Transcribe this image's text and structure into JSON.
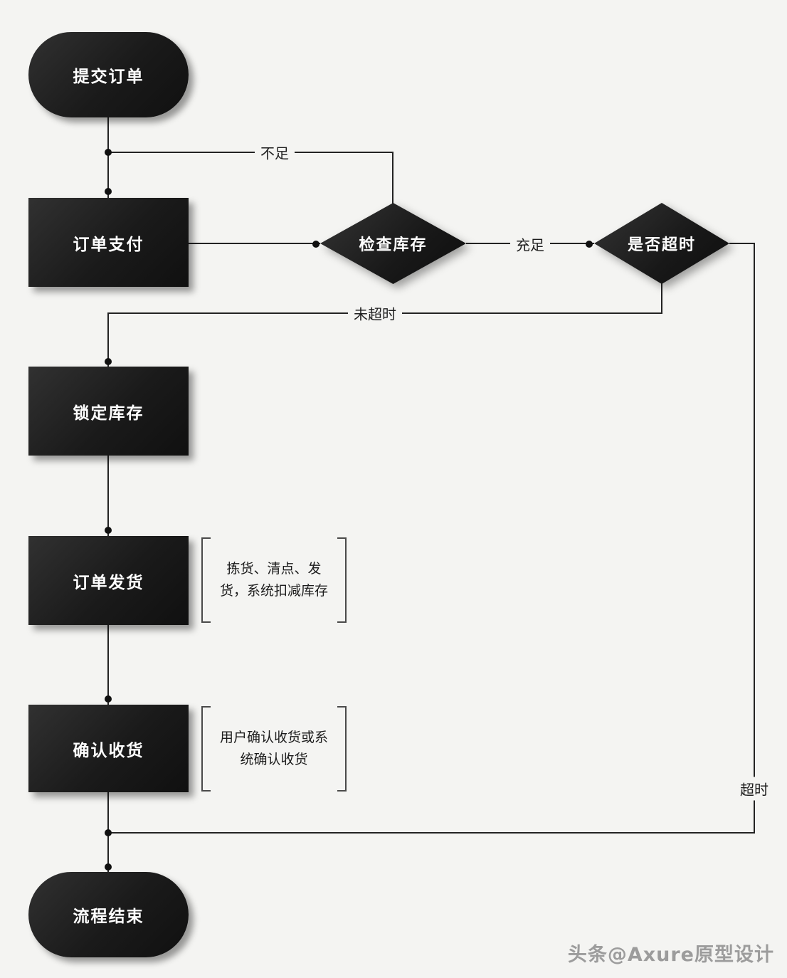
{
  "nodes": {
    "start": {
      "label": "提交订单",
      "type": "terminator"
    },
    "pay": {
      "label": "订单支付",
      "type": "process"
    },
    "check_stock": {
      "label": "检查库存",
      "type": "decision"
    },
    "is_timeout": {
      "label": "是否超时",
      "type": "decision"
    },
    "lock_stock": {
      "label": "锁定库存",
      "type": "process"
    },
    "ship": {
      "label": "订单发货",
      "type": "process"
    },
    "confirm_receipt": {
      "label": "确认收货",
      "type": "process"
    },
    "end": {
      "label": "流程结束",
      "type": "terminator"
    }
  },
  "edge_labels": {
    "insufficient": "不足",
    "sufficient": "充足",
    "not_timeout": "未超时",
    "timeout": "超时"
  },
  "annotations": {
    "ship_note": "拣货、清点、发货，系统扣减库存",
    "confirm_note": "用户确认收货或系统确认收货"
  },
  "watermark": "头条@Axure原型设计",
  "colors": {
    "background": "#f4f4f2",
    "node_fill": "#1a1a1a",
    "node_text": "#ffffff",
    "line": "#232323",
    "label_text": "#1d1d1d",
    "bracket": "#4a4a4a",
    "watermark": "#9c9c9c"
  }
}
